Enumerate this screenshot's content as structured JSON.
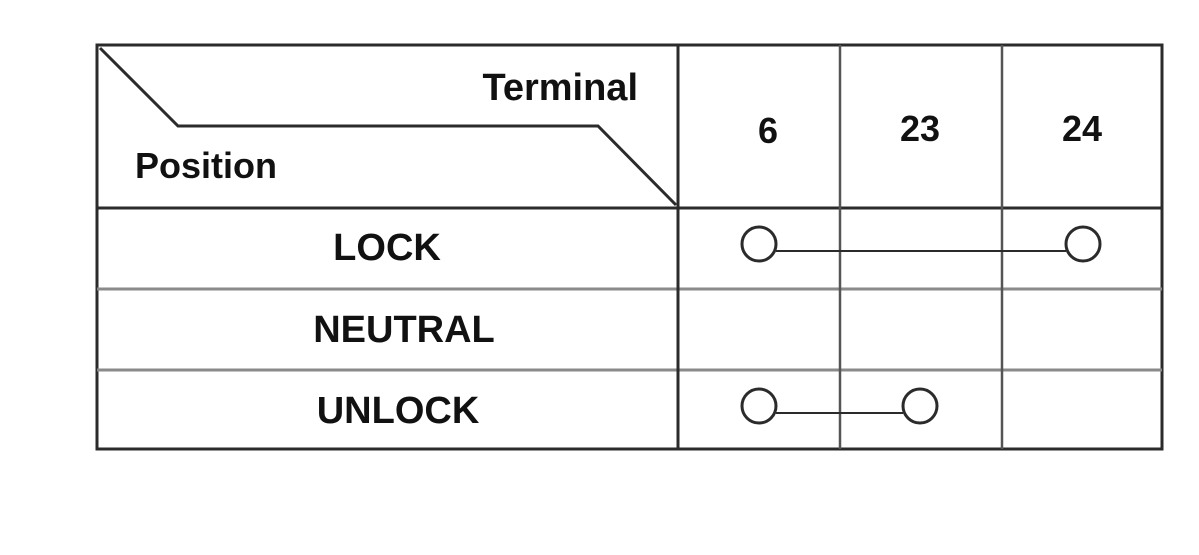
{
  "table": {
    "corner": {
      "col_header_label": "Terminal",
      "row_header_label": "Position"
    },
    "terminals": [
      "6",
      "23",
      "24"
    ],
    "positions": [
      {
        "name": "LOCK",
        "connections": [
          [
            "6",
            "24"
          ]
        ]
      },
      {
        "name": "NEUTRAL",
        "connections": []
      },
      {
        "name": "UNLOCK",
        "connections": [
          [
            "6",
            "23"
          ]
        ]
      }
    ]
  },
  "colors": {
    "line": "#2b2b2b",
    "grid_light": "#8a8a8a",
    "text": "#111111",
    "background": "#ffffff"
  }
}
